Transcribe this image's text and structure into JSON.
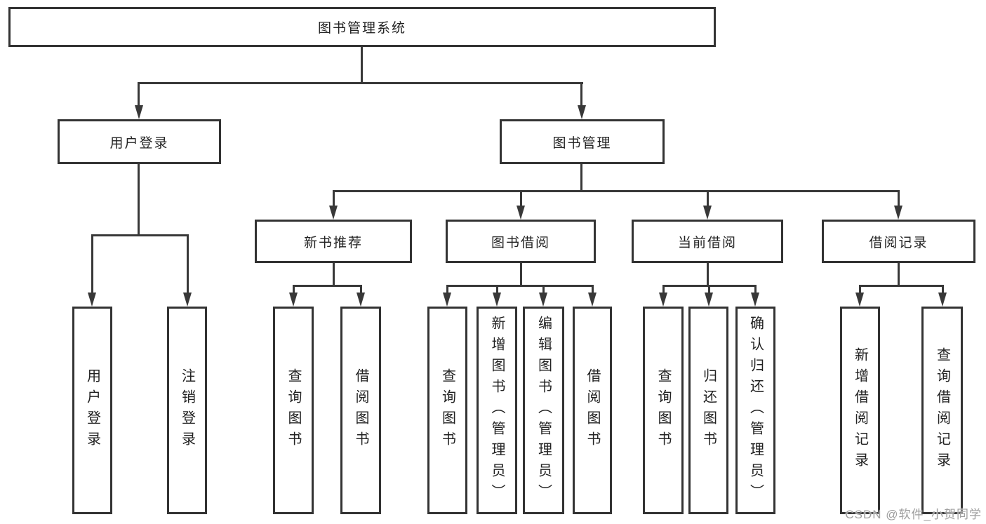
{
  "diagram": {
    "title": {
      "label": "图书管理系统"
    },
    "level2": [
      {
        "label": "用户登录"
      },
      {
        "label": "图书管理"
      }
    ],
    "level3": [
      {
        "label": "新书推荐"
      },
      {
        "label": "图书借阅"
      },
      {
        "label": "当前借阅"
      },
      {
        "label": "借阅记录"
      }
    ],
    "leaves": {
      "user_login": [
        "用户登录",
        "注销登录"
      ],
      "new_book_recommend": [
        "查询图书",
        "借阅图书"
      ],
      "book_borrow": [
        "查询图书",
        "新增图书（管理员）",
        "编辑图书（管理员）",
        "借阅图书"
      ],
      "current_borrow": [
        "查询图书",
        "归还图书",
        "确认归还（管理员）"
      ],
      "borrow_record": [
        "新增借阅记录",
        "查询借阅记录"
      ]
    },
    "watermark": {
      "label": "CSDN @软件_小贺同学"
    },
    "colors": {
      "line": "#383838",
      "border": "#333333",
      "text": "#222222",
      "watermark": "#9d9d9d",
      "background": "#ffffff"
    }
  }
}
